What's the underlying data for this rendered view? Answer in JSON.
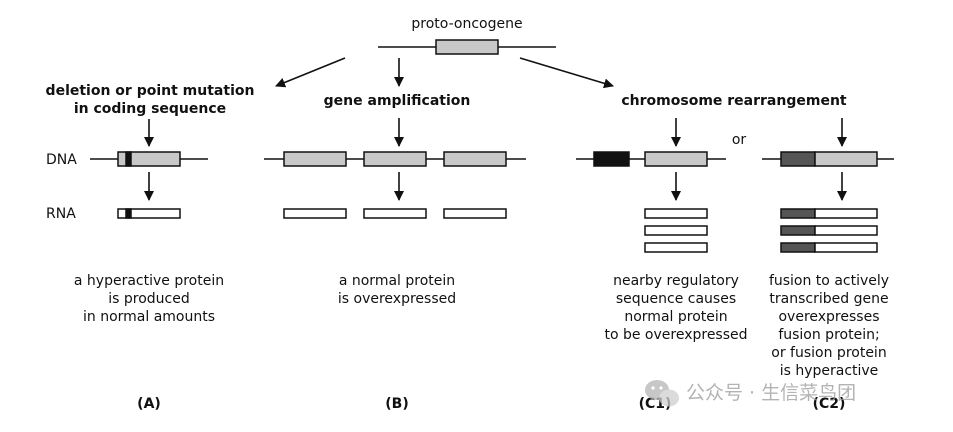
{
  "title": "proto-oncogene",
  "row_labels": {
    "dna": "DNA",
    "rna": "RNA"
  },
  "or_label": "or",
  "panels": {
    "a": {
      "heading_line1": "deletion or point mutation",
      "heading_line2": "in coding sequence",
      "desc": [
        "a hyperactive protein",
        "is produced",
        "in normal amounts"
      ],
      "tag": "(A)"
    },
    "b": {
      "heading": "gene amplification",
      "desc": [
        "a normal protein",
        "is overexpressed"
      ],
      "tag": "(B)"
    },
    "c": {
      "heading": "chromosome rearrangement",
      "c1_desc": [
        "nearby regulatory",
        "sequence causes",
        "normal protein",
        "to be overexpressed"
      ],
      "c1_tag": "(C1)",
      "c2_desc": [
        "fusion to actively",
        "transcribed gene",
        "overexpresses",
        "fusion protein;",
        "or fusion protein",
        "is hyperactive"
      ],
      "c2_tag": "(C2)"
    }
  },
  "watermark": "公众号 · 生信菜鸟团",
  "colors": {
    "gene": "#c8c8c8",
    "regulatory": "#111111",
    "fusion_partner": "#555555",
    "rna": "#ffffff"
  }
}
